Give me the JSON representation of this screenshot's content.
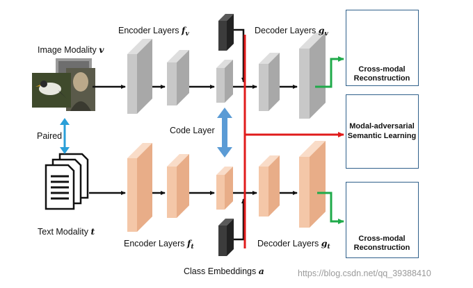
{
  "labels": {
    "image_modality": "Image Modality",
    "image_modality_symbol": "v",
    "text_modality": "Text Modality",
    "text_modality_symbol": "t",
    "paired": "Paired",
    "encoder_top": "Encoder Layers",
    "encoder_top_symbol": "f",
    "encoder_top_sub": "v",
    "encoder_bottom": "Encoder Layers",
    "encoder_bottom_symbol": "f",
    "encoder_bottom_sub": "t",
    "decoder_top": "Decoder Layers",
    "decoder_top_symbol": "g",
    "decoder_top_sub": "v",
    "decoder_bottom": "Decoder Layers",
    "decoder_bottom_symbol": "g",
    "decoder_bottom_sub": "t",
    "code_layer": "Code Layer",
    "class_embeddings": "Class Embeddings",
    "class_embeddings_symbol": "a"
  },
  "panels": {
    "top": {
      "line1": "Cross-modal",
      "line2": "Reconstruction"
    },
    "middle": {
      "line1": "Modal-adversarial",
      "line2": "Semantic Learning"
    },
    "bottom": {
      "line1": "Cross-modal",
      "line2": "Reconstruction"
    }
  },
  "watermark": "https://blog.csdn.net/qq_39388410",
  "colors": {
    "image_layer": "#c8c8c8",
    "text_layer": "#f4c7a8",
    "dark_layer": "#3c3c3c",
    "red_path": "#e01b1b",
    "green_arrow": "#1faa4a",
    "blue_arrow": "#2a9fd8",
    "code_arrow": "#5b9bd5",
    "panel_border": "#2e5f8a"
  }
}
